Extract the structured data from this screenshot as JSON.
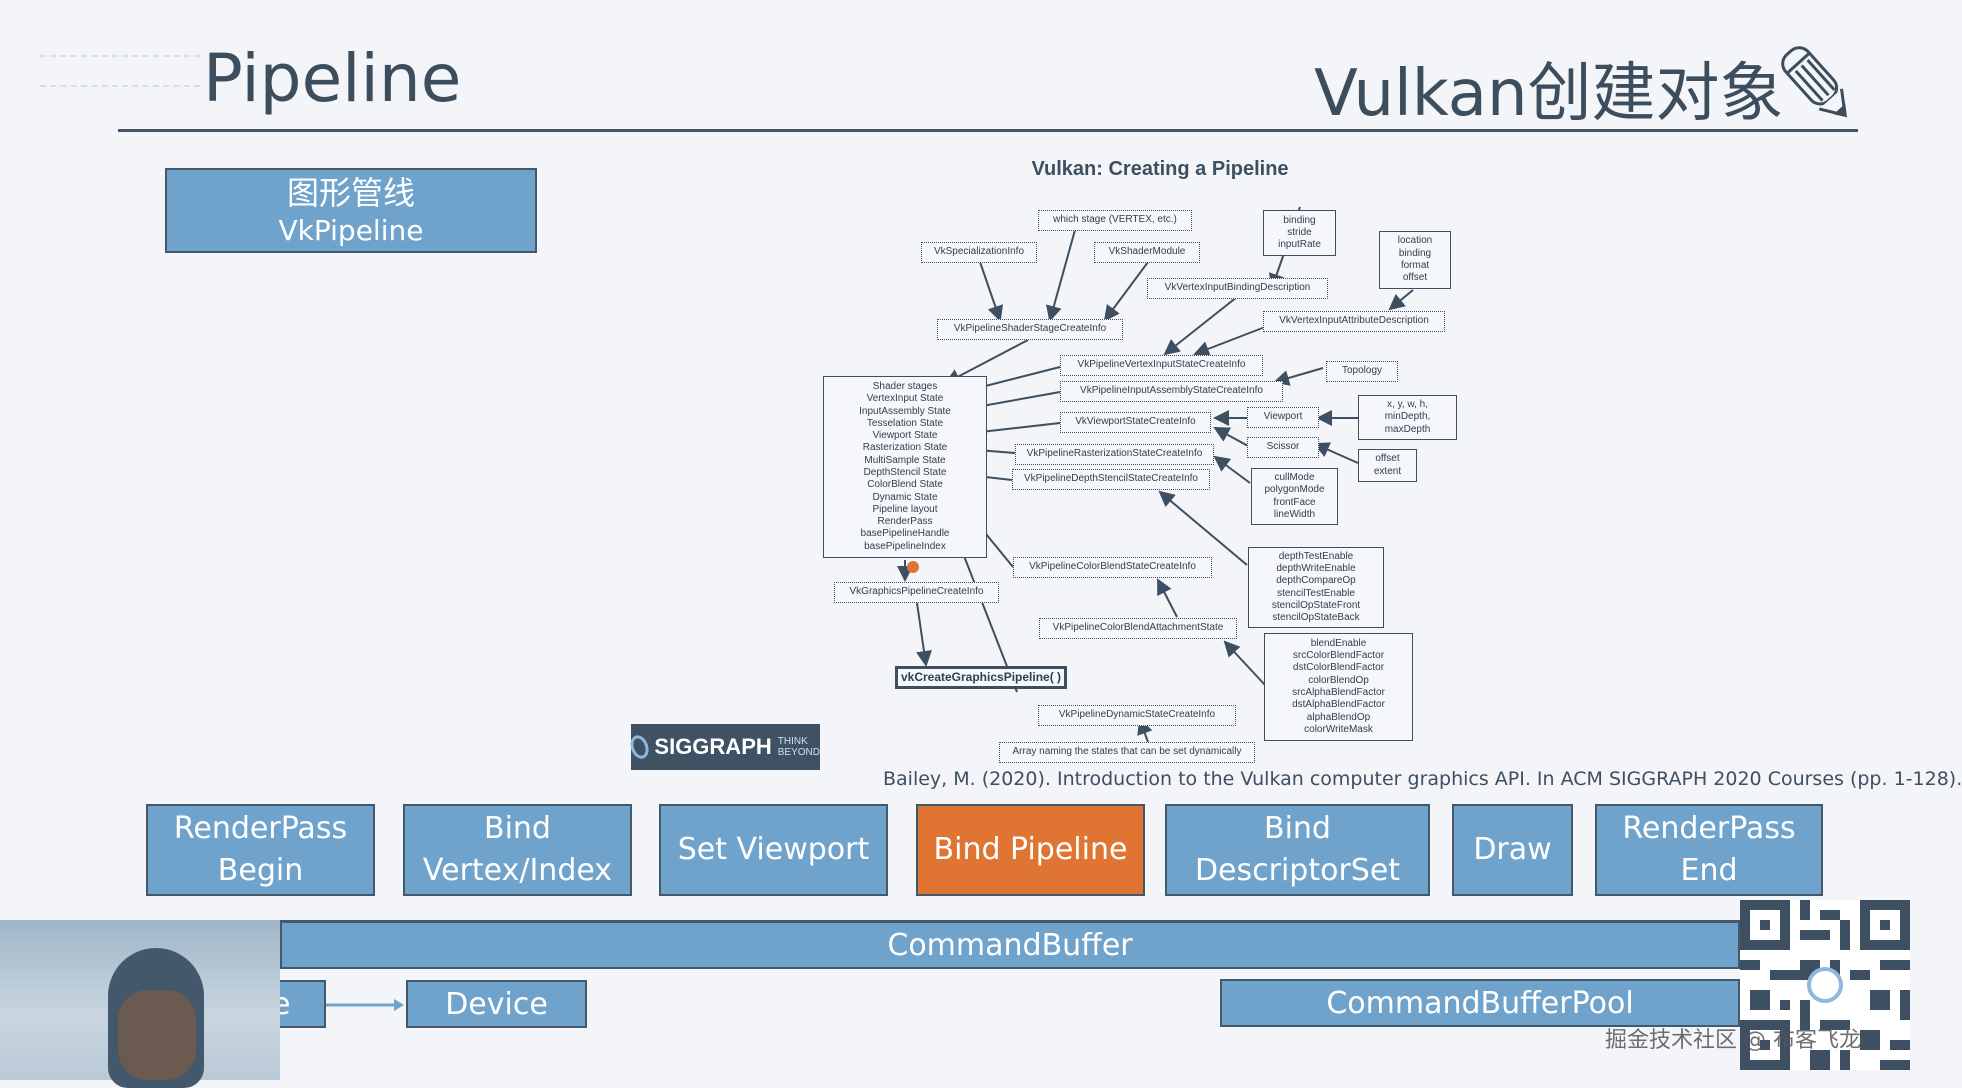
{
  "header": {
    "title_left": "Pipeline",
    "title_right": "Vulkan创建对象",
    "pencil_icon": "pencil-icon"
  },
  "concept_box": {
    "line1": "图形管线",
    "line2": "VkPipeline"
  },
  "diagram": {
    "title": "Vulkan: Creating a Pipeline",
    "nodes": {
      "which_stage": "which stage (VERTEX, etc.)",
      "specialization": "VkSpecializationInfo",
      "shader_module": "VkShaderModule",
      "shader_stage": "VkPipelineShaderStageCreateInfo",
      "binding_fields": [
        "binding",
        "stride",
        "inputRate"
      ],
      "attr_fields": [
        "location",
        "binding",
        "format",
        "offset"
      ],
      "binding_desc": "VkVertexInputBindingDescription",
      "attr_desc": "VkVertexInputAttributeDescription",
      "vertex_input_state": "VkPipelineVertexInputStateCreateInfo",
      "input_assembly_state": "VkPipelineInputAssemblyStateCreateInfo",
      "topology": "Topology",
      "viewport_state": "VkViewportStateCreateInfo",
      "viewport": "Viewport",
      "viewport_fields": [
        "x, y, w, h,",
        "minDepth,",
        "maxDepth"
      ],
      "scissor": "Scissor",
      "scissor_fields": [
        "offset",
        "extent"
      ],
      "raster_state": "VkPipelineRasterizationStateCreateInfo",
      "raster_fields": [
        "cullMode",
        "polygonMode",
        "frontFace",
        "lineWidth"
      ],
      "depth_state": "VkPipelineDepthStencilStateCreateInfo",
      "depth_fields": [
        "depthTestEnable",
        "depthWriteEnable",
        "depthCompareOp",
        "stencilTestEnable",
        "stencilOpStateFront",
        "stencilOpStateBack"
      ],
      "pipeline_fields": [
        "Shader stages",
        "VertexInput State",
        "InputAssembly State",
        "Tesselation State",
        "Viewport State",
        "Rasterization State",
        "MultiSample State",
        "DepthStencil State",
        "ColorBlend State",
        "Dynamic State",
        "Pipeline layout",
        "RenderPass",
        "basePipelineHandle",
        "basePipelineIndex"
      ],
      "color_blend_state": "VkPipelineColorBlendStateCreateInfo",
      "color_blend_attachment": "VkPipelineColorBlendAttachmentState",
      "blend_fields": [
        "blendEnable",
        "srcColorBlendFactor",
        "dstColorBlendFactor",
        "colorBlendOp",
        "srcAlphaBlendFactor",
        "dstAlphaBlendFactor",
        "alphaBlendOp",
        "colorWriteMask"
      ],
      "graphics_pipeline_ci": "VkGraphicsPipelineCreateInfo",
      "create_fn": "vkCreateGraphicsPipeline( )",
      "dynamic_state": "VkPipelineDynamicStateCreateInfo",
      "dynamic_note": "Array naming the states that can be set dynamically"
    }
  },
  "logo": {
    "name": "SIGGRAPH",
    "tagline_1": "THINK",
    "tagline_2": "BEYOND"
  },
  "citation": "Bailey, M. (2020). Introduction to the Vulkan computer graphics API. In ACM SIGGRAPH 2020 Courses (pp. 1-128).",
  "steps": [
    {
      "line1": "RenderPass",
      "line2": "Begin",
      "active": false
    },
    {
      "line1": "Bind",
      "line2": "Vertex/Index",
      "active": false
    },
    {
      "line1": "Set Viewport",
      "line2": "",
      "active": false
    },
    {
      "line1": "Bind Pipeline",
      "line2": "",
      "active": true
    },
    {
      "line1": "Bind",
      "line2": "DescriptorSet",
      "active": false
    },
    {
      "line1": "Draw",
      "line2": "",
      "active": false
    },
    {
      "line1": "RenderPass",
      "line2": "End",
      "active": false
    }
  ],
  "bars": {
    "command_buffer": "CommandBuffer",
    "command_buffer_pool": "CommandBufferPool",
    "left_partial": "e",
    "device": "Device"
  },
  "colors": {
    "step_blue": "#6fa3cc",
    "active_orange": "#e07533",
    "text_dark": "#3c4d5e"
  },
  "watermark": "掘金技术社区 @ 布客飞龙"
}
